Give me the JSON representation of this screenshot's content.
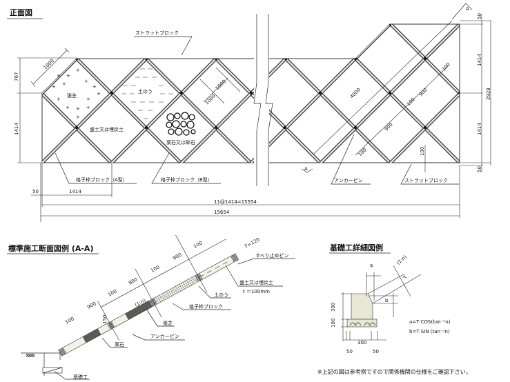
{
  "front_view": {
    "title": "正面図",
    "strut_top_label": "ストラットブロック",
    "dim_diag_1000": "1000",
    "dim_707": "707",
    "dim_left_1414": "1414",
    "fill_grass": "張芝",
    "fill_sandbag": "土のう",
    "fill_embankment": "盛土又は埋戻土",
    "fill_stone": "栗石又は砕石",
    "dim_cell_1000a": "1000",
    "dim_cell_1000b": "1000",
    "block_a_label": "格子枠ブロック（A型）",
    "block_b_label": "格子枠ブロック（B型）",
    "dim_50_left": "50",
    "dim_1414_bottom": "1414",
    "dim_total_pitch": "11@1414=15554",
    "dim_total": "15654",
    "anchor_label": "アンカーピン",
    "strut_bottom_label": "ストラットブロック",
    "section_mark_bottom": "A",
    "section_mark_top": "A",
    "dim_right_50_top": "50",
    "dim_right_1414_top": "1414",
    "dim_right_2928": "2928",
    "dim_right_1414_bottom": "1414",
    "dim_right_50_bottom": "50",
    "dim_4000": "4000",
    "dim_900_a": "900",
    "dim_100_a": "100",
    "dim_900_b": "900",
    "dim_100_b": "100",
    "dim_100_c": "100",
    "dim_100_vert": "100"
  },
  "section_view": {
    "title": "標準施工断面図例 (A-A)",
    "dims": [
      "100",
      "900",
      "100",
      "900",
      "100",
      "900",
      "100"
    ],
    "thickness": "T=120",
    "slope": "(1:n)",
    "dim_150": "150",
    "anti_slip_pin": "すべり止めピン",
    "embankment": "盛土又は埋戻土",
    "embankment_thickness": "t ＝100mm",
    "sandbag": "土のう",
    "lattice_block": "格子枠ブロック",
    "grass": "張芝",
    "anchor_pin": "アンカーピン",
    "stone": "栗石",
    "foundation": "基礎工"
  },
  "foundation_detail": {
    "title": "基礎工詳細図例",
    "a": "a",
    "slope": "(1:n)",
    "T": "T",
    "b": "b",
    "dim_300_h": "300",
    "dim_100_h": "100",
    "dim_300_w": "300",
    "dim_50_l": "50",
    "dim_50_r": "50",
    "formula_a": "a=T·COS(tan⁻¹n)",
    "formula_b": "b=T·SIN (tan⁻¹n)"
  },
  "note": "※上記の図は参考例ですので関係機関の仕様をご確認下さい。"
}
